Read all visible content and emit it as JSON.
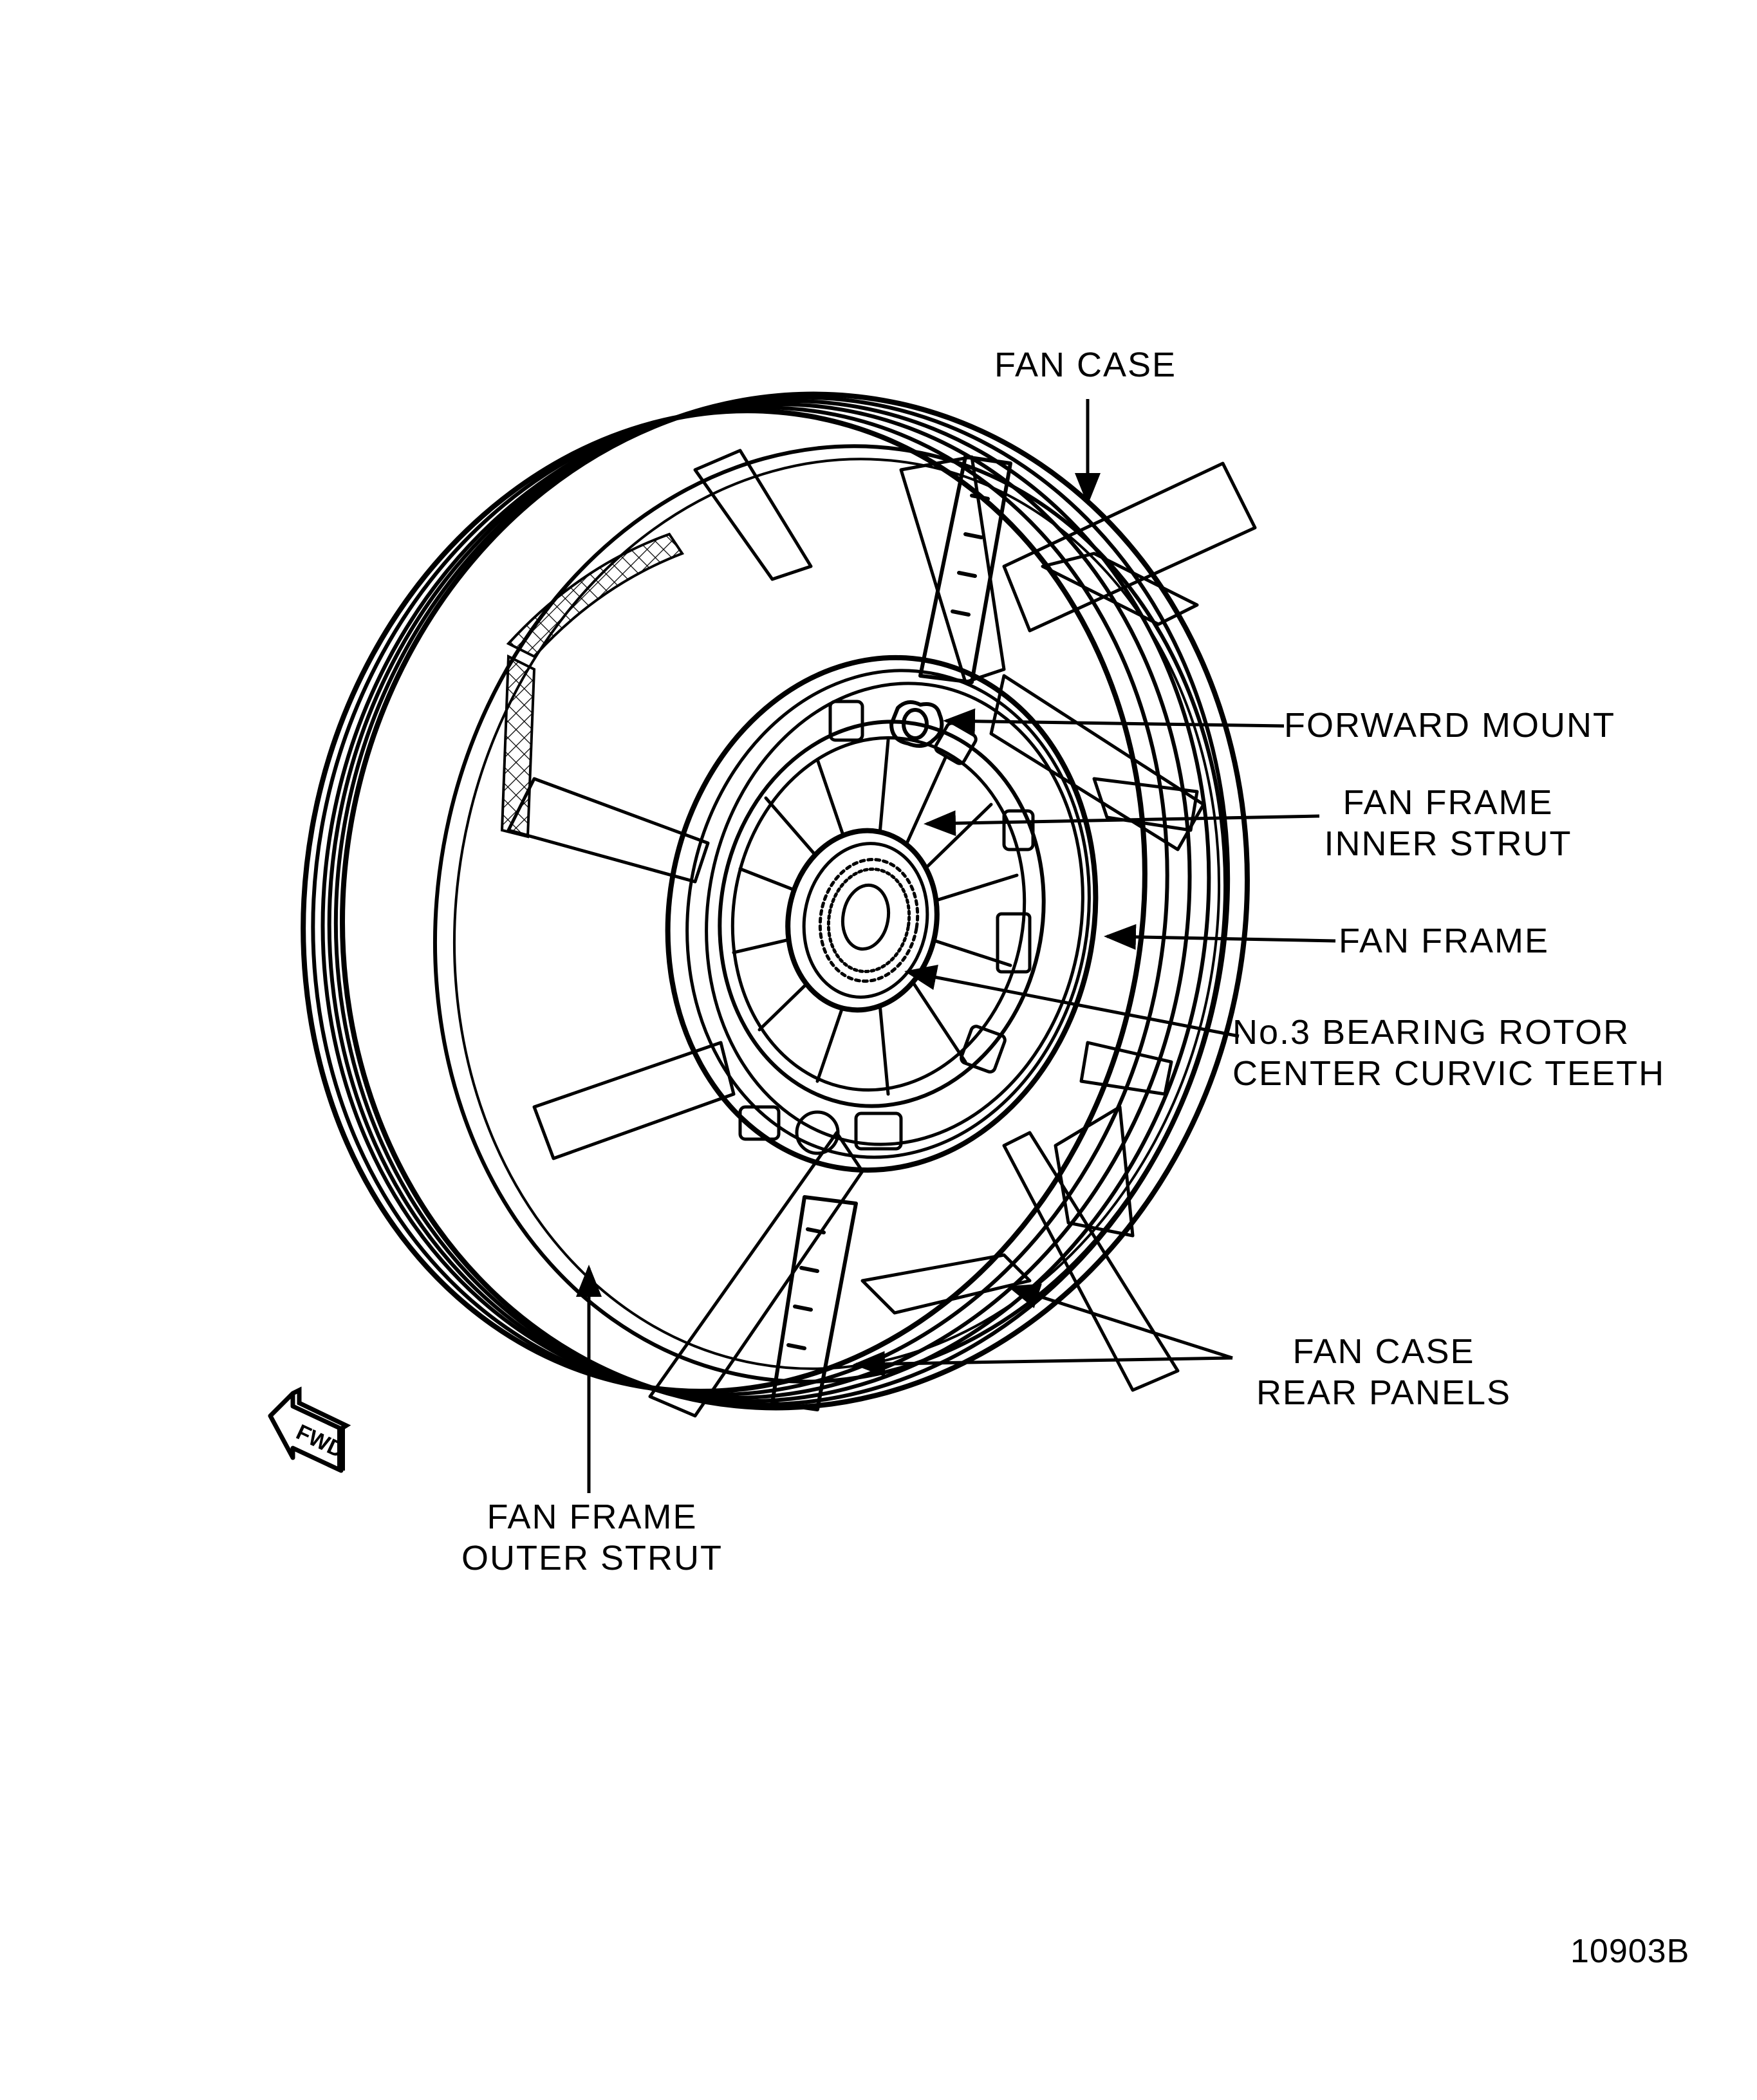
{
  "figure": {
    "figure_number": "10903B",
    "direction_indicator": "FWD",
    "callouts": [
      {
        "id": "fan-case",
        "lines": [
          "FAN CASE"
        ]
      },
      {
        "id": "forward-mount",
        "lines": [
          "FORWARD MOUNT"
        ]
      },
      {
        "id": "fan-frame-inner-strut",
        "lines": [
          "FAN FRAME",
          "INNER STRUT"
        ]
      },
      {
        "id": "fan-frame",
        "lines": [
          "FAN FRAME"
        ]
      },
      {
        "id": "no3-bearing",
        "lines": [
          "No.3 BEARING ROTOR",
          "CENTER CURVIC TEETH"
        ]
      },
      {
        "id": "fan-case-rear-panels",
        "lines": [
          "FAN CASE",
          "REAR PANELS"
        ]
      },
      {
        "id": "fan-frame-outer-strut",
        "lines": [
          "FAN FRAME",
          "OUTER STRUT"
        ]
      }
    ]
  }
}
